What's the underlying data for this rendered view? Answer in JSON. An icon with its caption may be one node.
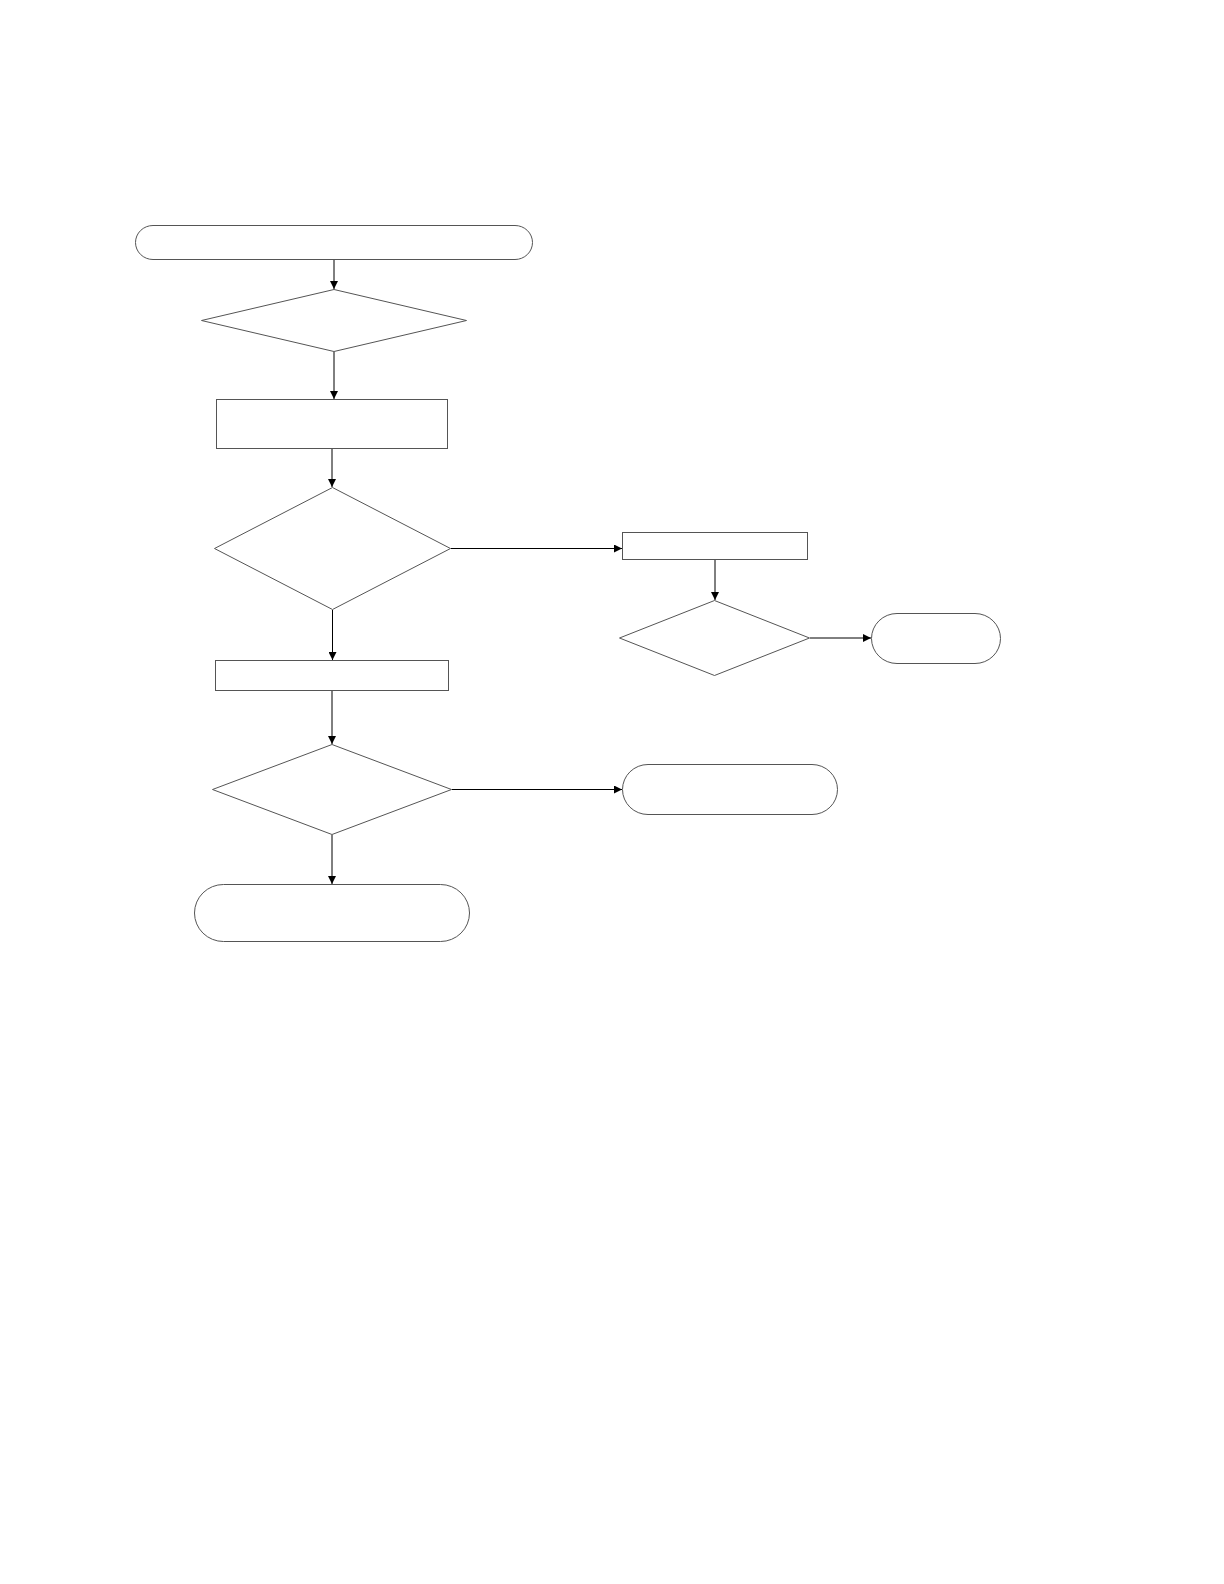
{
  "diagram": {
    "nodes": [
      {
        "text": [],
        "shape": "pill"
      },
      {
        "text": [],
        "shape": "diamond"
      },
      {
        "text": [],
        "shape": "box"
      },
      {
        "text": [],
        "shape": "diamond"
      },
      {
        "text": [],
        "shape": "box"
      },
      {
        "text": [],
        "shape": "diamond"
      },
      {
        "text": [],
        "shape": "pill"
      },
      {
        "text": [],
        "shape": "box"
      },
      {
        "text": [],
        "shape": "diamond"
      },
      {
        "text": [],
        "shape": "pill"
      },
      {
        "text": [],
        "shape": "pill"
      }
    ],
    "edges": [
      {
        "from": 0,
        "to": 1,
        "arrow": "to"
      },
      {
        "from": 1,
        "to": 2,
        "arrow": "to"
      },
      {
        "from": 2,
        "to": 3,
        "arrow": "to"
      },
      {
        "from": 3,
        "to": 4,
        "arrow": "to"
      },
      {
        "from": 4,
        "to": 5,
        "arrow": "to"
      },
      {
        "from": 5,
        "to": 6,
        "arrow": "to"
      },
      {
        "from": 3,
        "to": 7,
        "arrow": "to"
      },
      {
        "from": 7,
        "to": 8,
        "arrow": "to"
      },
      {
        "from": 8,
        "to": 9,
        "arrow": "to"
      },
      {
        "from": 8,
        "to": 10,
        "arrow": "to"
      }
    ]
  }
}
